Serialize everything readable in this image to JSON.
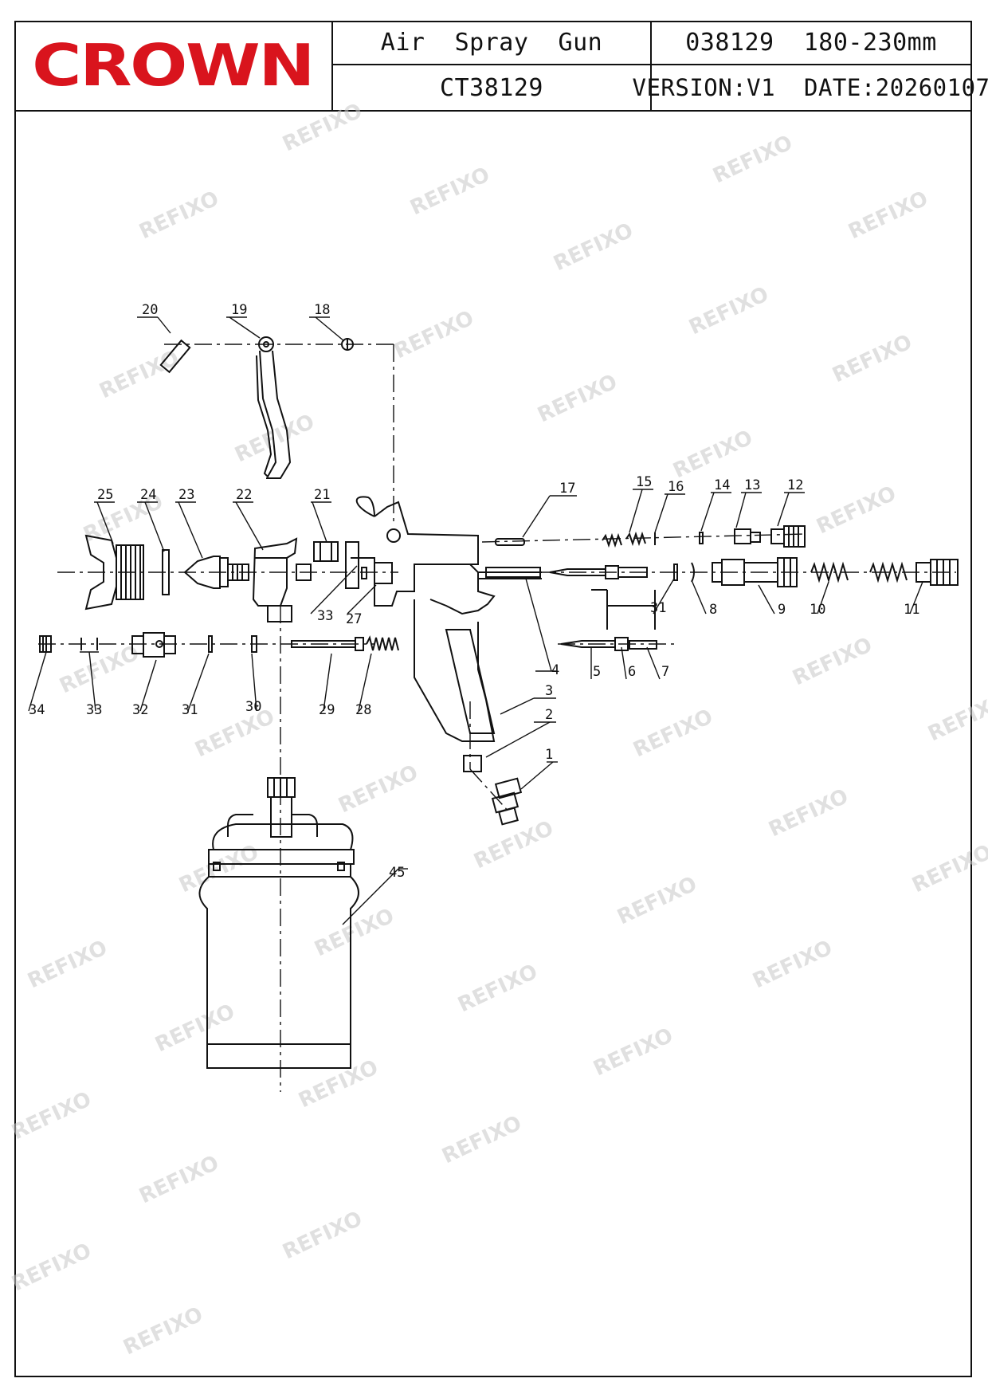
{
  "header": {
    "logo": "CROWN",
    "product_name": "Air  Spray  Gun",
    "model_code": "CT38129",
    "size_spec": "038129  180-230mm",
    "version_date": "VERSION:V1  DATE:20260107"
  },
  "watermark": "REFIXO",
  "parts": {
    "p1": "1",
    "p2": "2",
    "p3": "3",
    "p4": "4",
    "p5": "5",
    "p6": "6",
    "p7": "7",
    "p8": "8",
    "p9": "9",
    "p10": "10",
    "p11": "11",
    "p12": "12",
    "p13": "13",
    "p14": "14",
    "p15": "15",
    "p16": "16",
    "p17": "17",
    "p18": "18",
    "p19": "19",
    "p20": "20",
    "p21": "21",
    "p22": "22",
    "p23": "23",
    "p24": "24",
    "p25": "25",
    "p27": "27",
    "p28": "28",
    "p29": "29",
    "p30": "30",
    "p31a": "31",
    "p31b": "31",
    "p32": "32",
    "p33a": "33",
    "p33b": "33",
    "p34": "34",
    "p45": "45"
  }
}
